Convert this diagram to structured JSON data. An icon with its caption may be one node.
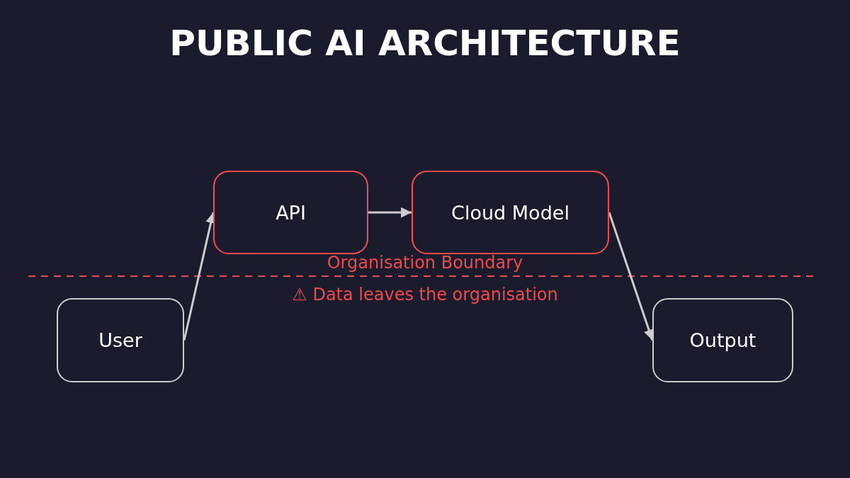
{
  "diagram": {
    "title": "PUBLIC AI ARCHITECTURE",
    "nodes": [
      {
        "text": [
          "User"
        ]
      },
      {
        "text": [
          "API"
        ]
      },
      {
        "text": [
          "Cloud Model"
        ]
      },
      {
        "text": [
          "Output"
        ]
      }
    ],
    "edges": [
      {
        "from": 0,
        "to": 1,
        "arrow": "to"
      },
      {
        "from": 1,
        "to": 2,
        "arrow": "to"
      },
      {
        "from": 2,
        "to": 3,
        "arrow": "to"
      }
    ],
    "labels": [
      "Organisation Boundary",
      "⚠ Data leaves the organisation"
    ]
  }
}
